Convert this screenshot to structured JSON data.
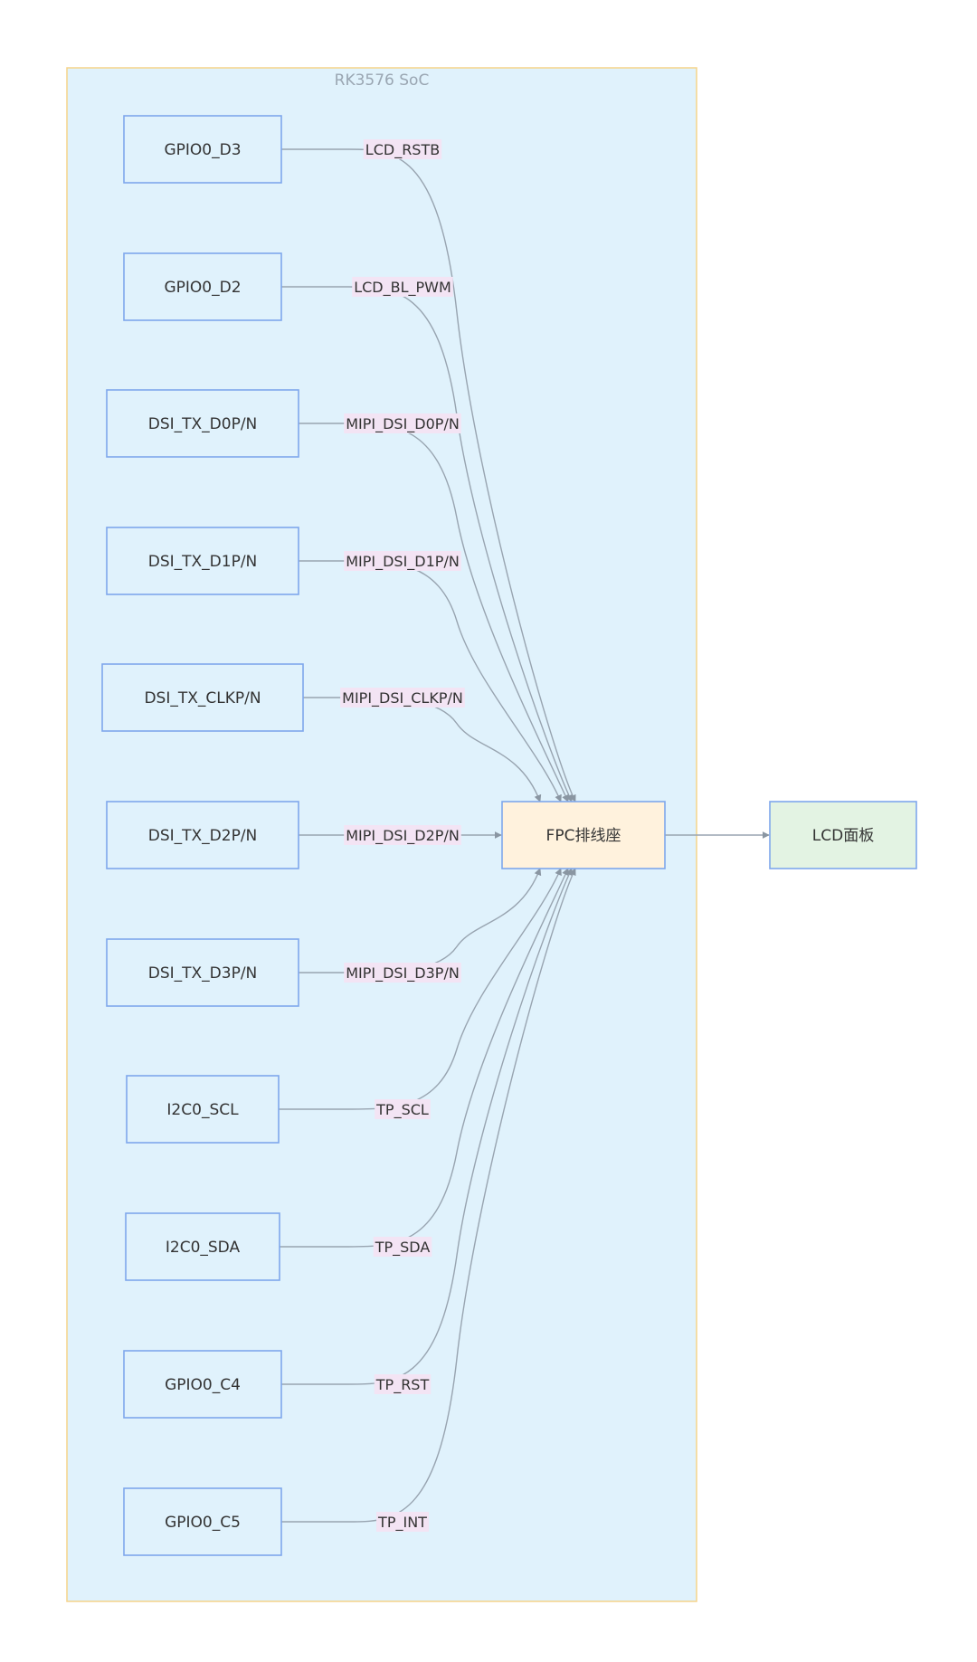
{
  "cluster": {
    "title": "RK3576 SoC"
  },
  "colors": {
    "cluster_fill": "#e0f2fc",
    "cluster_border": "#f5d48a",
    "node_fill": "#e0f2fc",
    "node_border": "#7ea7ec",
    "connector_fill": "#fff2dd",
    "panel_fill": "#e3f3e3",
    "edge": "#98a4b0",
    "edge_label_bg": "#f3e4f4"
  },
  "nodes": [
    {
      "id": "gpio0_d3",
      "label": "GPIO0_D3"
    },
    {
      "id": "gpio0_d2",
      "label": "GPIO0_D2"
    },
    {
      "id": "dsi_d0",
      "label": "DSI_TX_D0P/N"
    },
    {
      "id": "dsi_d1",
      "label": "DSI_TX_D1P/N"
    },
    {
      "id": "dsi_clk",
      "label": "DSI_TX_CLKP/N"
    },
    {
      "id": "dsi_d2",
      "label": "DSI_TX_D2P/N"
    },
    {
      "id": "dsi_d3",
      "label": "DSI_TX_D3P/N"
    },
    {
      "id": "i2c0_scl",
      "label": "I2C0_SCL"
    },
    {
      "id": "i2c0_sda",
      "label": "I2C0_SDA"
    },
    {
      "id": "gpio0_c4",
      "label": "GPIO0_C4"
    },
    {
      "id": "gpio0_c5",
      "label": "GPIO0_C5"
    },
    {
      "id": "fpc",
      "label": "FPC排线座"
    },
    {
      "id": "lcd",
      "label": "LCD面板"
    }
  ],
  "edges": [
    {
      "from": "gpio0_d3",
      "to": "fpc",
      "label": "LCD_RSTB"
    },
    {
      "from": "gpio0_d2",
      "to": "fpc",
      "label": "LCD_BL_PWM"
    },
    {
      "from": "dsi_d0",
      "to": "fpc",
      "label": "MIPI_DSI_D0P/N"
    },
    {
      "from": "dsi_d1",
      "to": "fpc",
      "label": "MIPI_DSI_D1P/N"
    },
    {
      "from": "dsi_clk",
      "to": "fpc",
      "label": "MIPI_DSI_CLKP/N"
    },
    {
      "from": "dsi_d2",
      "to": "fpc",
      "label": "MIPI_DSI_D2P/N"
    },
    {
      "from": "dsi_d3",
      "to": "fpc",
      "label": "MIPI_DSI_D3P/N"
    },
    {
      "from": "i2c0_scl",
      "to": "fpc",
      "label": "TP_SCL"
    },
    {
      "from": "i2c0_sda",
      "to": "fpc",
      "label": "TP_SDA"
    },
    {
      "from": "gpio0_c4",
      "to": "fpc",
      "label": "TP_RST"
    },
    {
      "from": "gpio0_c5",
      "to": "fpc",
      "label": "TP_INT"
    },
    {
      "from": "fpc",
      "to": "lcd",
      "label": ""
    }
  ]
}
